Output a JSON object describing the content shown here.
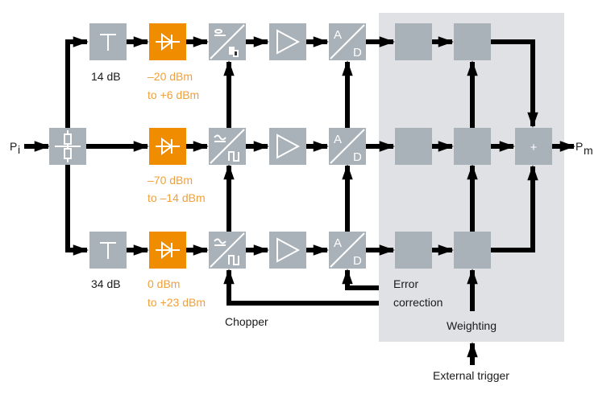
{
  "colors": {
    "block_grey": "#a9b1b9",
    "block_orange": "#ef8c00",
    "processing_area": "#dfe1e4",
    "line": "#000000",
    "orange_text": "#f0a03a",
    "text": "#1a1a1a"
  },
  "signals": {
    "input": {
      "main": "P",
      "sub": "i"
    },
    "output": {
      "main": "P",
      "sub": "m"
    }
  },
  "paths": [
    {
      "id": "top",
      "attenuator_label": "14 dB",
      "range": [
        "–20 dBm",
        "to +6 dBm"
      ]
    },
    {
      "id": "middle",
      "attenuator_label": "",
      "range": [
        "–70 dBm",
        "to –14 dBm"
      ]
    },
    {
      "id": "bottom",
      "attenuator_label": "34 dB",
      "range": [
        "0 dBm",
        "to +23 dBm"
      ]
    }
  ],
  "blocks": {
    "splitter": "power-splitter-icon",
    "attenuator": "attenuator-icon",
    "diode": "diode-detector-icon",
    "chopper": "chopper-modulator-icon",
    "amplifier": "amplifier-icon",
    "adc": {
      "top": "A",
      "bottom": "D"
    },
    "summer": "+"
  },
  "labels": {
    "chopper": "Chopper",
    "error_correction": [
      "Error",
      "correction"
    ],
    "weighting": "Weighting",
    "external_trigger": "External trigger"
  }
}
